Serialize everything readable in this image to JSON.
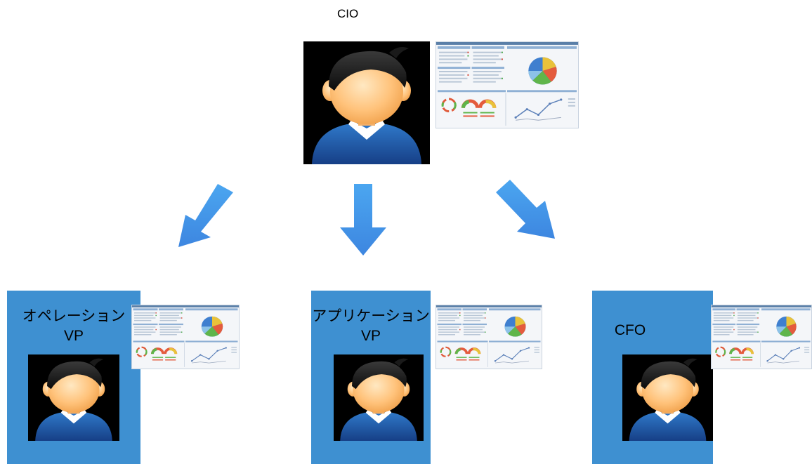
{
  "top": {
    "title": "CIO"
  },
  "panels": [
    {
      "title_line1": "オペレーション",
      "title_line2": "VP"
    },
    {
      "title_line1": "アプリケーション",
      "title_line2": "VP"
    },
    {
      "title_line1": "CFO",
      "title_line2": ""
    }
  ],
  "colors": {
    "panel_blue": "#3e90d1",
    "arrow_blue": "#4a9ee8",
    "avatar_bg": "#000000",
    "shirt_blue": "#1f5fae"
  },
  "icons": [
    "person-icon",
    "arrow-down-left-icon",
    "arrow-down-icon",
    "arrow-down-right-icon",
    "dashboard-thumbnail"
  ]
}
